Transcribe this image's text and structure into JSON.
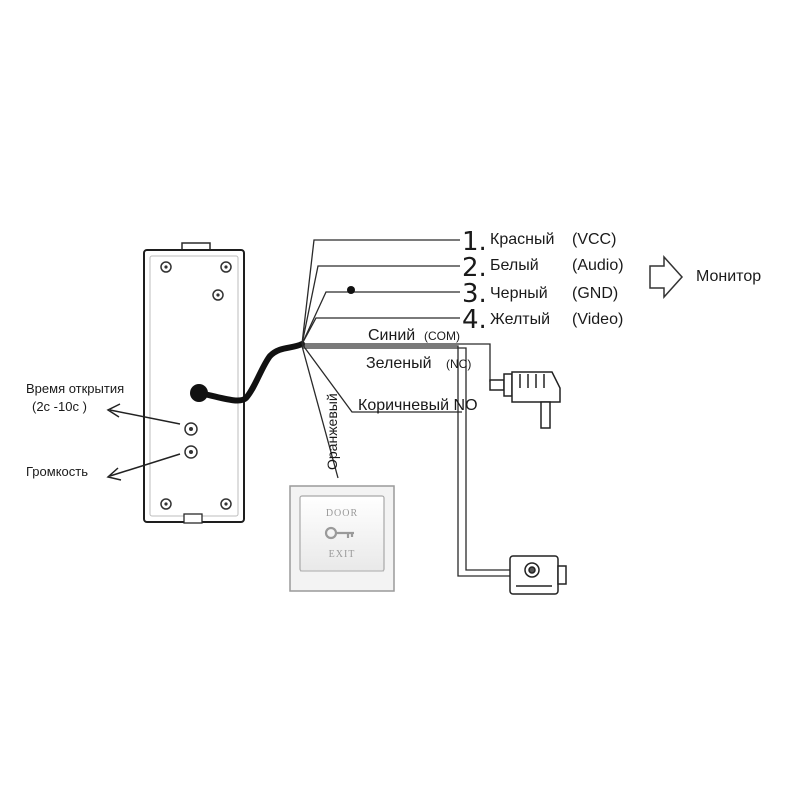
{
  "panel": {
    "time_label_line1": "Время открытия",
    "time_label_line2": "(2с -10с )",
    "volume_label": "Громкость"
  },
  "wires": [
    {
      "num": "1.",
      "name": "Красный",
      "code": "(VCC)"
    },
    {
      "num": "2.",
      "name": "Белый",
      "code": "(Audio)"
    },
    {
      "num": "3.",
      "name": "Черный",
      "code": "(GND)"
    },
    {
      "num": "4.",
      "name": "Желтый",
      "code": "(Video)"
    }
  ],
  "monitor_label": "Монитор",
  "lock_wires": {
    "blue": "Синий",
    "blue_code": "(COM)",
    "green": "Зеленый",
    "green_code": "(NC)",
    "brown": "Коричневый NO",
    "orange": "Оранжевый"
  },
  "exit_button": {
    "top_text": "DOOR",
    "bottom_text": "EXIT"
  }
}
